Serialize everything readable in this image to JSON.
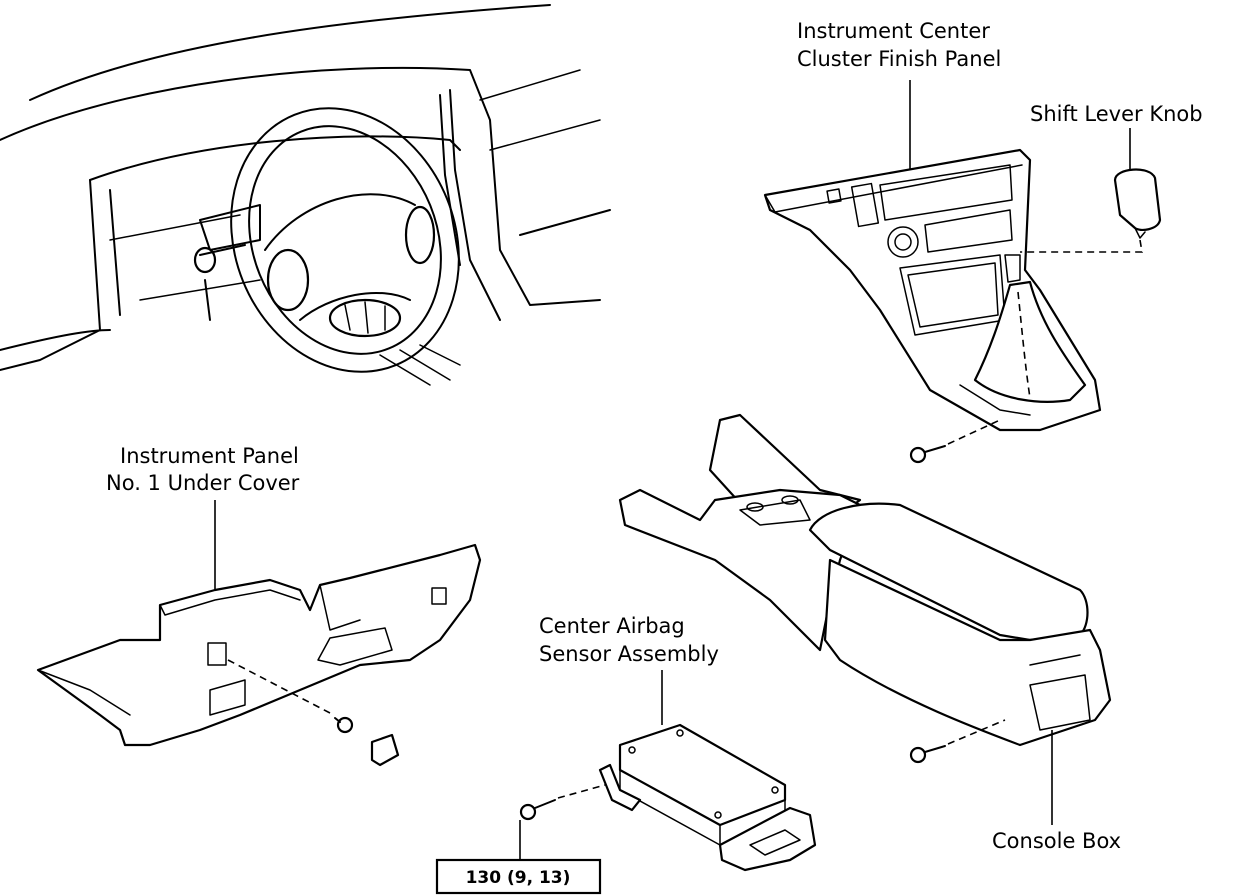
{
  "labels": {
    "finish_panel": [
      "Instrument Center",
      "Cluster Finish Panel"
    ],
    "shift_knob": "Shift Lever Knob",
    "under_cover": [
      "Instrument Panel",
      "No. 1 Under Cover"
    ],
    "airbag_sensor": [
      "Center Airbag",
      "Sensor Assembly"
    ],
    "console_box": "Console Box",
    "torque_spec": "130 (9, 13)"
  }
}
